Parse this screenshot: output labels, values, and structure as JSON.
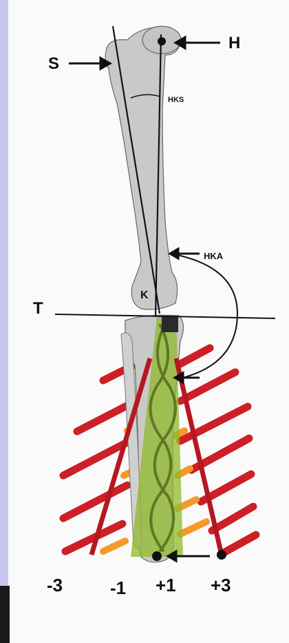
{
  "labels": {
    "s": "S",
    "h": "H",
    "hks": "HKS",
    "hka": "HKA",
    "t": "T",
    "k": "K"
  },
  "scale": [
    "-3",
    "-1",
    "+1",
    "+3"
  ],
  "colors": {
    "zone_red": "#cc1f26",
    "zone_orange": "#f39a2a",
    "zone_green": "#8fb82a",
    "bone": "#c9c9c9",
    "line": "#111111",
    "border": "#c6c6f0"
  }
}
